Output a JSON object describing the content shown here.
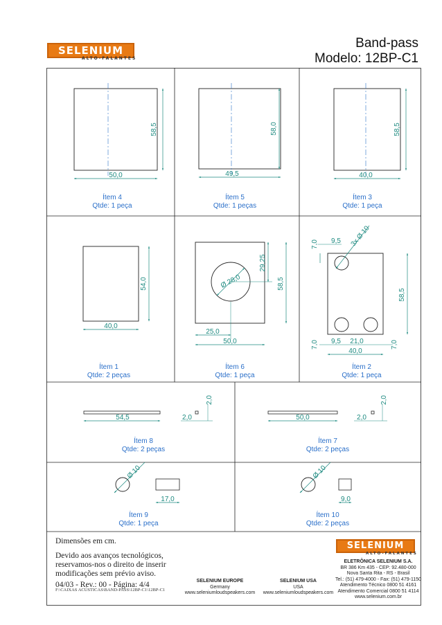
{
  "header": {
    "brand": "SELENIUM",
    "brand_sub": "ALTO-FALANTES",
    "title_line1": "Band-pass",
    "title_line2": "Modelo: 12BP-C1"
  },
  "items": {
    "item4": {
      "label": "Ítem 4",
      "qty": "Qtde: 1 peça",
      "w": "50,0",
      "h": "58,5"
    },
    "item5": {
      "label": "Ítem 5",
      "qty": "Qtde: 1 peças",
      "w": "49,5",
      "h": "58,0"
    },
    "item3": {
      "label": "Ítem 3",
      "qty": "Qtde: 1 peça",
      "w": "40,0",
      "h": "58,5"
    },
    "item1": {
      "label": "Ítem 1",
      "qty": "Qtde: 2 peças",
      "w": "40,0",
      "h": "54,0"
    },
    "item6": {
      "label": "Ítem 6",
      "qty": "Qtde: 1 peça",
      "w": "50,0",
      "h": "58,5",
      "hole": "Ø 28,0",
      "hole_x": "25,0",
      "hole_y": "29,25"
    },
    "item2": {
      "label": "Ítem 2",
      "qty": "Qtde: 1 peça",
      "w": "40,0",
      "h": "58,5",
      "holes": "3x Ø 10",
      "top": "7,0",
      "left": "9,5",
      "spacing": "21,0",
      "bottom": "7,0",
      "right": "7,0"
    },
    "item8": {
      "label": "Ítem 8",
      "qty": "Qtde: 2 peças",
      "len": "54,5",
      "thk": "2,0",
      "thk2": "2,0"
    },
    "item7": {
      "label": "Ítem 7",
      "qty": "Qtde: 2 peças",
      "len": "50,0",
      "thk": "2,0",
      "thk2": "2,0"
    },
    "item9": {
      "label": "Ítem 9",
      "qty": "Qtde: 1 peça",
      "dia": "Ø 10",
      "len": "17,0"
    },
    "item10": {
      "label": "Ítem 10",
      "qty": "Qtde: 2 peças",
      "dia": "Ø 10",
      "len": "9,0"
    }
  },
  "notes": {
    "units": "Dimensões em cm.",
    "disclaimer1": "Devido aos avanços tecnológicos,",
    "disclaimer2": "reservamos-nos o direito de inserir",
    "disclaimer3": "modificações sem prévio aviso.",
    "revision": "04/03 - Rev.: 00 - Página: 4/4",
    "path": "F:\\CAIXAS ACÚSTICAS\\BAND-PASS\\12BP-C1\\12BP-C1"
  },
  "footer": {
    "europe_title": "SELENIUM EUROPE",
    "europe_country": "Germany",
    "europe_site": "www.seleniumloudspeakers.com",
    "usa_title": "SELENIUM USA",
    "usa_country": "USA",
    "usa_site": "www.seleniumloudspeakers.com",
    "company": "ELETRÔNICA SELENIUM S.A.",
    "addr1": "BR 386 Km 435 - CEP: 92.480-000",
    "addr2": "Nova Santa Rita - RS - Brasil",
    "phone": "Tel.: (51) 479-4000 - Fax: (51) 479-1150",
    "tech": "Atendimento Técnico 0800 51 4161",
    "sales": "Atendimento Comercial 0800 51 4114",
    "web": "www.selenium.com.br"
  },
  "colors": {
    "brand": "#e87a14",
    "dimension": "#1d8a80",
    "caption": "#2a6fc9",
    "line": "#222222"
  }
}
